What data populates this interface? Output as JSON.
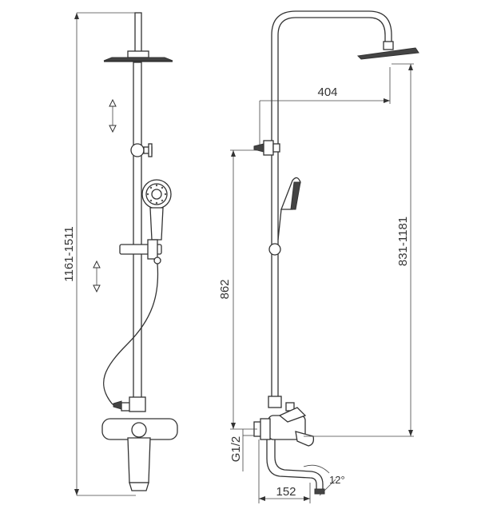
{
  "dimensions": {
    "total_height": "1161-1511",
    "arm_reach": "404",
    "outlet_height": "862",
    "head_height": "831-1181",
    "inlet_thread": "G1/2",
    "spout_length": "152",
    "spout_angle": "12°"
  },
  "colors": {
    "line": "#333333",
    "background": "#ffffff"
  },
  "icons": [
    "adjust-arrow-icon"
  ]
}
